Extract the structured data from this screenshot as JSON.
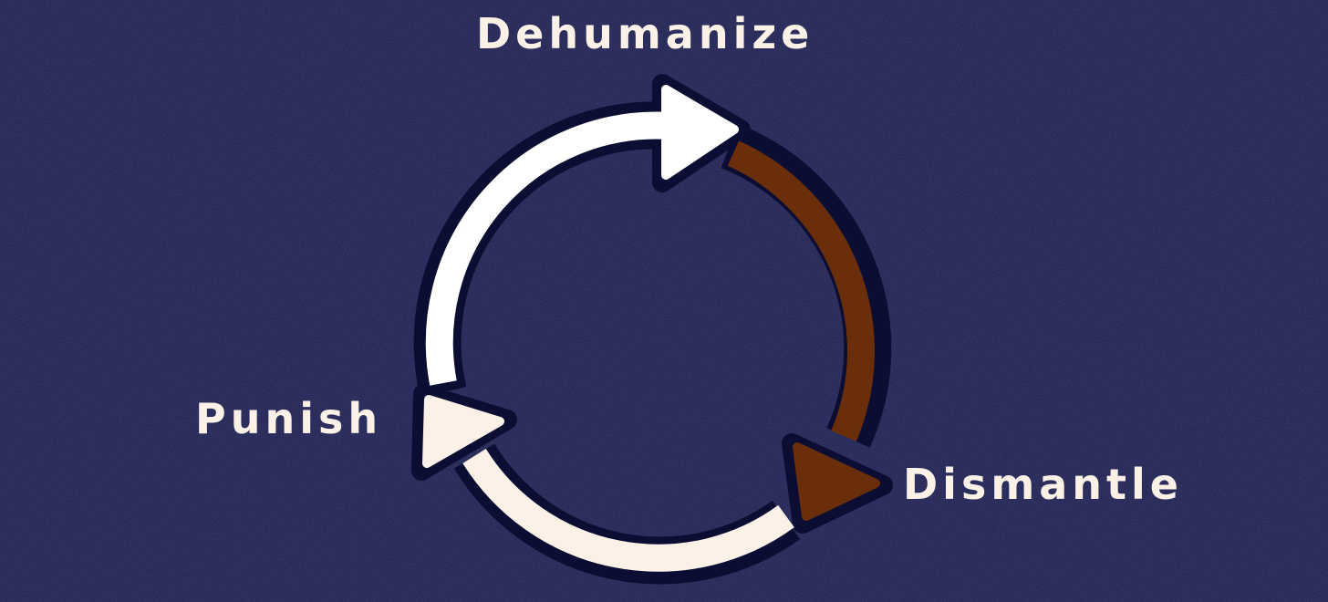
{
  "diagram": {
    "type": "cycle",
    "title": "",
    "nodes": [
      {
        "id": "dehumanize",
        "label": "Dehumanize",
        "position": "top"
      },
      {
        "id": "dismantle",
        "label": "Dismantle",
        "position": "bottom-right"
      },
      {
        "id": "punish",
        "label": "Punish",
        "position": "left"
      }
    ],
    "edges": [
      {
        "from": "punish",
        "to": "dehumanize",
        "color": "#ffffff",
        "direction": "clockwise"
      },
      {
        "from": "dehumanize",
        "to": "dismantle",
        "color": "#6b2e0a",
        "direction": "clockwise"
      },
      {
        "from": "dismantle",
        "to": "punish",
        "color": "#fcf1e6",
        "direction": "clockwise"
      }
    ]
  },
  "colors": {
    "background": "#1b1d4a",
    "outline": "#0b0d33",
    "arrow_white": "#ffffff",
    "arrow_brown": "#6b2e0a",
    "arrow_cream": "#fcf1e6",
    "label_text": "#fcf1e6"
  }
}
